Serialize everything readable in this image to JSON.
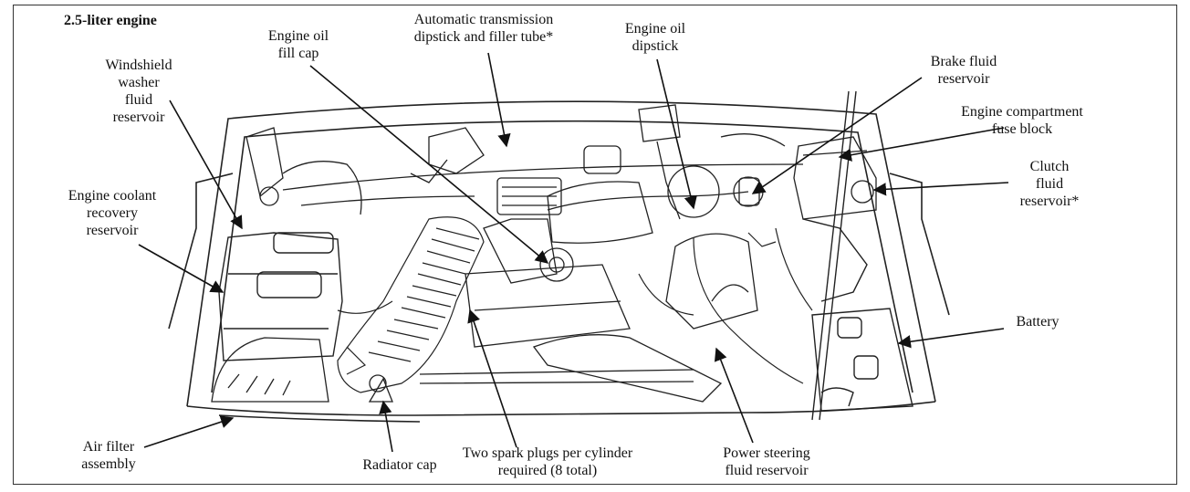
{
  "diagram": {
    "title": "2.5-liter engine",
    "labels": {
      "windshield_washer": "Windshield\nwasher\nfluid\nreservoir",
      "engine_oil_fill_cap": "Engine oil\nfill cap",
      "auto_trans_dipstick": "Automatic transmission\ndipstick and filler tube*",
      "engine_oil_dipstick": "Engine oil\ndipstick",
      "brake_fluid": "Brake fluid\nreservoir",
      "fuse_block": "Engine compartment\nfuse block",
      "clutch_fluid": "Clutch\nfluid\nreservoir*",
      "coolant_recovery": "Engine coolant\nrecovery\nreservoir",
      "battery": "Battery",
      "air_filter": "Air filter\nassembly",
      "radiator_cap": "Radiator cap",
      "spark_plugs": "Two spark plugs per cylinder\nrequired (8 total)",
      "power_steering": "Power steering\nfluid reservoir"
    }
  }
}
